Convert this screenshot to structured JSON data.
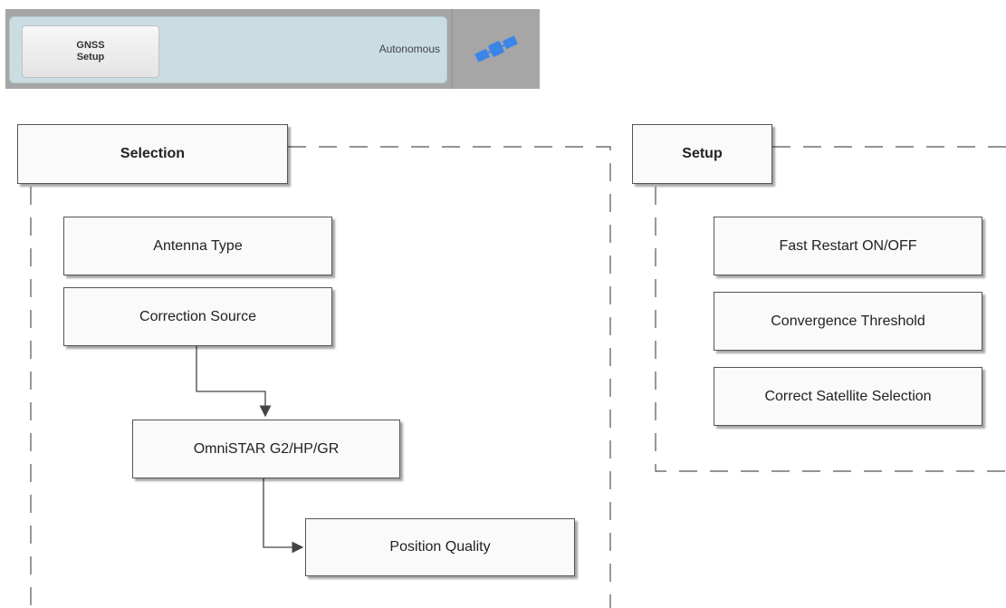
{
  "toolbar": {
    "setup_button": "GNSS\nSetup",
    "mode": "Autonomous",
    "icon": "satellite-icon"
  },
  "selection": {
    "title": "Selection",
    "items": {
      "antenna_type": "Antenna Type",
      "correction_source": "Correction Source",
      "omnistar": "OmniSTAR G2/HP/GR",
      "position_quality": "Position Quality"
    }
  },
  "setup": {
    "title": "Setup",
    "items": {
      "fast_restart": "Fast Restart ON/OFF",
      "convergence_threshold": "Convergence Threshold",
      "satellite_selection": "Correct Satellite Selection"
    }
  },
  "colors": {
    "toolbar_bg": "#a6a6a6",
    "panel_bg": "#c9dde3",
    "satellite_blue": "#3a86e8",
    "line": "#555555"
  }
}
